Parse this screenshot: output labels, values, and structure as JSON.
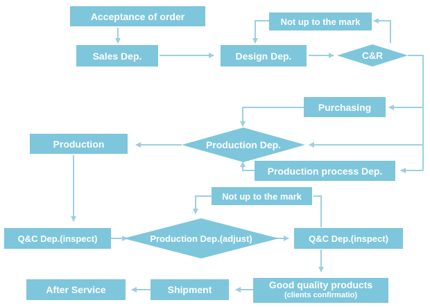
{
  "nodes": {
    "acceptance": "Acceptance of order",
    "sales": "Sales Dep.",
    "design": "Design Dep.",
    "not_up_top": "Not up to the mark",
    "cr": "C&R",
    "purchasing": "Purchasing",
    "production": "Production",
    "production_dep": "Production Dep.",
    "production_process": "Production process Dep.",
    "not_up_mid": "Not up to the mark",
    "qc_left": "Q&C Dep.(inspect)",
    "production_adjust": "Production Dep.(adjust)",
    "qc_right": "Q&C Dep.(inspect)",
    "after_service": "After Service",
    "shipment": "Shipment",
    "good_quality_1": "Good quality products",
    "good_quality_2": "(clients confirmatio)"
  },
  "colors": {
    "box_fill": "#7ec6dc",
    "text": "#ffffff",
    "arrow": "#9ccfdf"
  }
}
